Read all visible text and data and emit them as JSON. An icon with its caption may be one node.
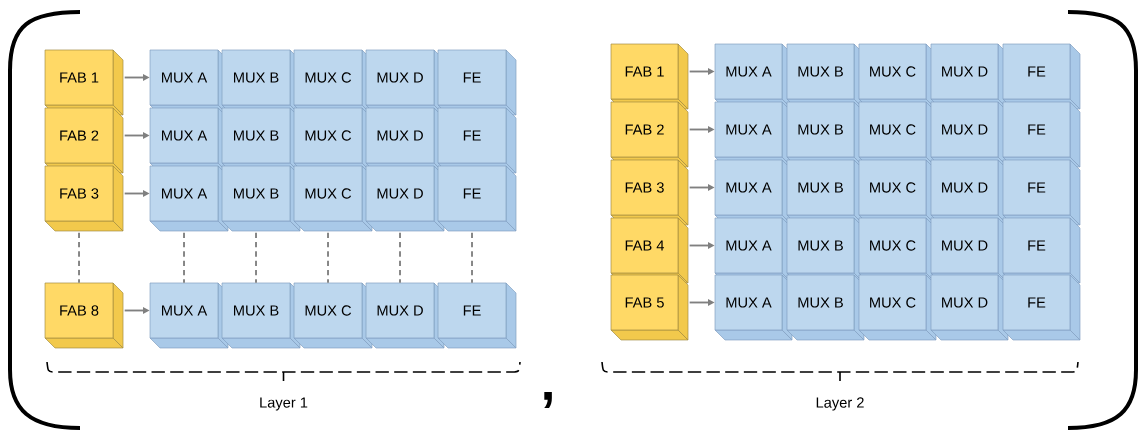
{
  "diagram": {
    "nodes": [
      {
        "text": [
          "FAB 1"
        ]
      },
      {
        "text": [
          "MUX A"
        ]
      },
      {
        "text": [
          "MUX B"
        ]
      },
      {
        "text": [
          "MUX C"
        ]
      },
      {
        "text": [
          "MUX D"
        ]
      },
      {
        "text": [
          "FE"
        ]
      },
      {
        "text": [
          "FAB 2"
        ]
      },
      {
        "text": [
          "MUX A"
        ]
      },
      {
        "text": [
          "MUX B"
        ]
      },
      {
        "text": [
          "MUX C"
        ]
      },
      {
        "text": [
          "MUX D"
        ]
      },
      {
        "text": [
          "FE"
        ]
      },
      {
        "text": [
          "FAB 3"
        ]
      },
      {
        "text": [
          "MUX A"
        ]
      },
      {
        "text": [
          "MUX B"
        ]
      },
      {
        "text": [
          "MUX C"
        ]
      },
      {
        "text": [
          "MUX D"
        ]
      },
      {
        "text": [
          "FE"
        ]
      },
      {
        "text": [
          "FAB 8"
        ]
      },
      {
        "text": [
          "MUX A"
        ]
      },
      {
        "text": [
          "MUX B"
        ]
      },
      {
        "text": [
          "MUX C"
        ]
      },
      {
        "text": [
          "MUX D"
        ]
      },
      {
        "text": [
          "FE"
        ]
      },
      {
        "text": [
          "FAB 1"
        ]
      },
      {
        "text": [
          "MUX A"
        ]
      },
      {
        "text": [
          "MUX B"
        ]
      },
      {
        "text": [
          "MUX C"
        ]
      },
      {
        "text": [
          "MUX D"
        ]
      },
      {
        "text": [
          "FE"
        ]
      },
      {
        "text": [
          "FAB 2"
        ]
      },
      {
        "text": [
          "MUX A"
        ]
      },
      {
        "text": [
          "MUX B"
        ]
      },
      {
        "text": [
          "MUX C"
        ]
      },
      {
        "text": [
          "MUX D"
        ]
      },
      {
        "text": [
          "FE"
        ]
      },
      {
        "text": [
          "FAB 3"
        ]
      },
      {
        "text": [
          "MUX A"
        ]
      },
      {
        "text": [
          "MUX B"
        ]
      },
      {
        "text": [
          "MUX C"
        ]
      },
      {
        "text": [
          "MUX D"
        ]
      },
      {
        "text": [
          "FE"
        ]
      },
      {
        "text": [
          "FAB 4"
        ]
      },
      {
        "text": [
          "MUX A"
        ]
      },
      {
        "text": [
          "MUX B"
        ]
      },
      {
        "text": [
          "MUX C"
        ]
      },
      {
        "text": [
          "MUX D"
        ]
      },
      {
        "text": [
          "FE"
        ]
      },
      {
        "text": [
          "FAB 5"
        ]
      },
      {
        "text": [
          "MUX A"
        ]
      },
      {
        "text": [
          "MUX B"
        ]
      },
      {
        "text": [
          "MUX C"
        ]
      },
      {
        "text": [
          "MUX D"
        ]
      },
      {
        "text": [
          "FE"
        ]
      }
    ],
    "edges": [
      {
        "from": 0,
        "to": 1,
        "arrow": "to"
      },
      {
        "from": 6,
        "to": 7,
        "arrow": "to"
      },
      {
        "from": 12,
        "to": 13,
        "arrow": "to"
      },
      {
        "from": 18,
        "to": 19,
        "arrow": "to"
      },
      {
        "from": 12,
        "to": 18,
        "arrow": "none",
        "style": "dashed"
      },
      {
        "from": 13,
        "to": 19,
        "arrow": "none",
        "style": "dashed"
      },
      {
        "from": 14,
        "to": 20,
        "arrow": "none",
        "style": "dashed"
      },
      {
        "from": 15,
        "to": 21,
        "arrow": "none",
        "style": "dashed"
      },
      {
        "from": 16,
        "to": 22,
        "arrow": "none",
        "style": "dashed"
      },
      {
        "from": 17,
        "to": 23,
        "arrow": "none",
        "style": "dashed"
      },
      {
        "from": 24,
        "to": 25,
        "arrow": "to"
      },
      {
        "from": 30,
        "to": 31,
        "arrow": "to"
      },
      {
        "from": 36,
        "to": 37,
        "arrow": "to"
      },
      {
        "from": 42,
        "to": 43,
        "arrow": "to"
      },
      {
        "from": 48,
        "to": 49,
        "arrow": "to"
      }
    ],
    "labels": [
      "Layer 1",
      ",",
      "Layer 2"
    ]
  }
}
